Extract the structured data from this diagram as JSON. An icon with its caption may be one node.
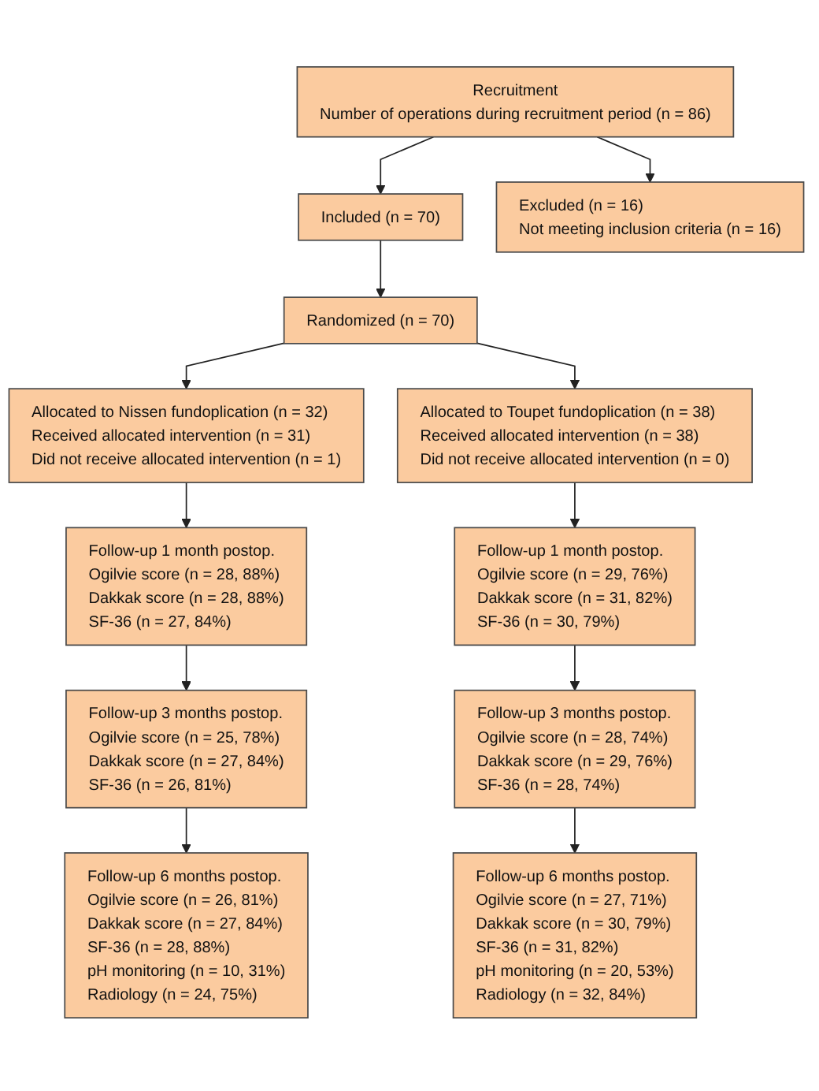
{
  "diagram": {
    "nodes": [
      {
        "text": [
          "Recruitment",
          "Number of operations during recruitment period (n = 86)"
        ]
      },
      {
        "text": [
          "Excluded (n = 16)",
          "Not meeting inclusion criteria (n = 16)"
        ]
      },
      {
        "text": [
          "Included (n = 70)"
        ]
      },
      {
        "text": [
          "Randomized (n = 70)"
        ]
      },
      {
        "text": [
          "Allocated to Nissen fundoplication (n = 32)",
          "Received allocated intervention (n = 31)",
          "Did not receive allocated intervention (n = 1)"
        ]
      },
      {
        "text": [
          "Allocated to Toupet fundoplication (n = 38)",
          "Received allocated intervention (n = 38)",
          "Did not receive allocated intervention (n = 0)"
        ]
      },
      {
        "text": [
          "Follow-up 1 month postop.",
          "Ogilvie score (n = 28, 88%)",
          "Dakkak score (n = 28, 88%)",
          "SF-36 (n = 27, 84%)"
        ]
      },
      {
        "text": [
          "Follow-up 1 month postop.",
          "Ogilvie score (n = 29, 76%)",
          "Dakkak score (n = 31, 82%)",
          "SF-36 (n = 30, 79%)"
        ]
      },
      {
        "text": [
          "Follow-up 3 months postop.",
          "Ogilvie score (n = 25, 78%)",
          "Dakkak score (n = 27, 84%)",
          "SF-36 (n = 26, 81%)"
        ]
      },
      {
        "text": [
          "Follow-up 3 months postop.",
          "Ogilvie score (n = 28, 74%)",
          "Dakkak score (n = 29, 76%)",
          "SF-36 (n = 28, 74%)"
        ]
      },
      {
        "text": [
          "Follow-up 6 months postop.",
          "Ogilvie score (n = 26, 81%)",
          "Dakkak score (n = 27, 84%)",
          "SF-36 (n = 28, 88%)",
          "pH monitoring (n = 10, 31%)",
          "Radiology (n = 24, 75%)"
        ]
      },
      {
        "text": [
          "Follow-up 6 months postop.",
          "Ogilvie score (n = 27, 71%)",
          "Dakkak score (n = 30, 79%)",
          "SF-36 (n = 31, 82%)",
          "pH monitoring (n = 20, 53%)",
          "Radiology (n = 32, 84%)"
        ]
      }
    ],
    "edges": [
      {
        "from": 0,
        "to": 1,
        "arrow": "to"
      },
      {
        "from": 0,
        "to": 2,
        "arrow": "to"
      },
      {
        "from": 2,
        "to": 3,
        "arrow": "to"
      },
      {
        "from": 3,
        "to": 4,
        "arrow": "to"
      },
      {
        "from": 3,
        "to": 5,
        "arrow": "to"
      },
      {
        "from": 4,
        "to": 6,
        "arrow": "to"
      },
      {
        "from": 6,
        "to": 8,
        "arrow": "to"
      },
      {
        "from": 8,
        "to": 10,
        "arrow": "to"
      },
      {
        "from": 5,
        "to": 7,
        "arrow": "to"
      },
      {
        "from": 7,
        "to": 9,
        "arrow": "to"
      },
      {
        "from": 9,
        "to": 11,
        "arrow": "to"
      }
    ]
  }
}
